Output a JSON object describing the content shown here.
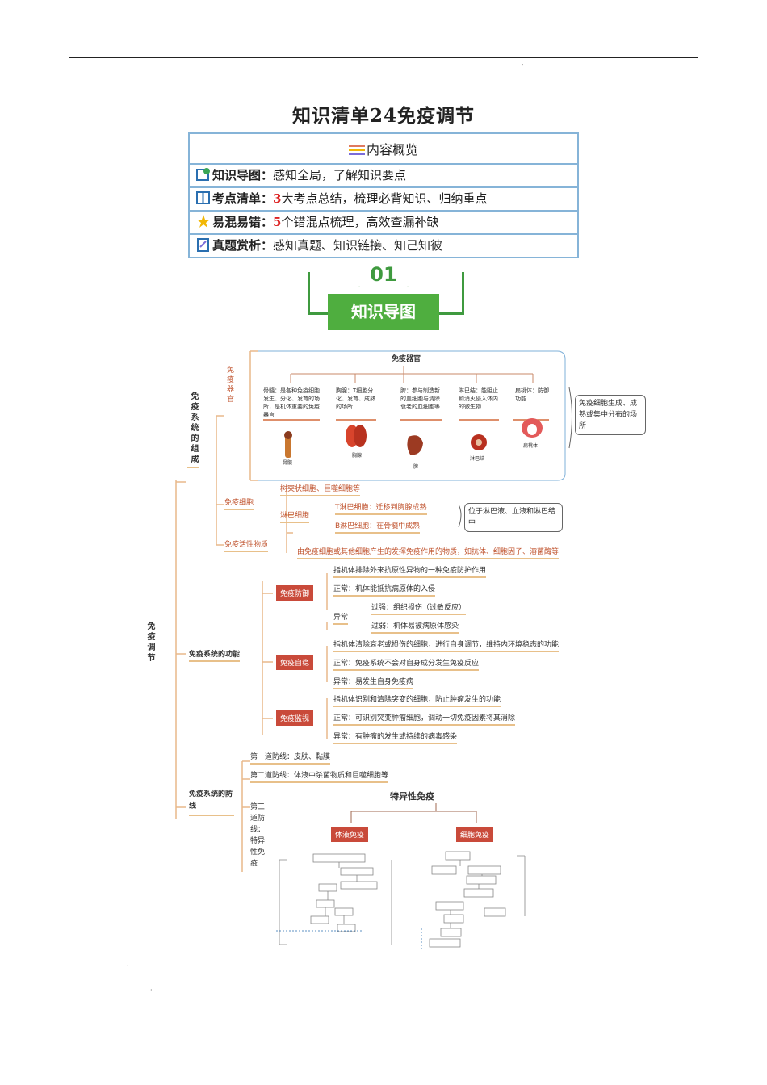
{
  "header": {
    "mark": "'"
  },
  "title": "知识清单24免疫调节",
  "overview": {
    "heading": "内容概览",
    "rows": [
      {
        "icon": "map-icon",
        "label": "知识导图：",
        "num": "",
        "text": "感知全局，了解知识要点"
      },
      {
        "icon": "book-icon",
        "label": "考点清单：",
        "num": "3",
        "text": "大考点总结，梳理必背知识、归纳重点"
      },
      {
        "icon": "star-icon",
        "label": "易混易错：",
        "num": "5",
        "text": "个错混点梳理，高效查漏补缺"
      },
      {
        "icon": "clipboard-icon",
        "label": "真题赏析：",
        "num": "",
        "text": "感知真题、知识链接、知己知彼"
      }
    ]
  },
  "banner": {
    "number": "01",
    "label": "知识导图"
  },
  "mindmap": {
    "root": "免疫调节",
    "b1": {
      "title": "免疫系统的组成",
      "organs": {
        "label": "免疫器官",
        "box_title": "免疫器官",
        "items": [
          {
            "desc": "骨髓：是各种免疫细胞发生、分化、发育的场所，是机体重要的免疫器官",
            "img": "骨髓"
          },
          {
            "desc": "胸腺：T细胞分化、发育、成熟的场所",
            "img": "胸腺"
          },
          {
            "desc": "脾：参与制造新的血细胞与清除衰老的血细胞等",
            "img": "脾"
          },
          {
            "desc": "淋巴结：能阻止和消灭侵入体内的微生物",
            "img": "淋巴结"
          },
          {
            "desc": "扁桃体：防御功能",
            "img": "扁桃体"
          }
        ],
        "note": "免疫细胞生成、成熟或集中分布的场所"
      },
      "cells": {
        "label": "免疫细胞",
        "c1": "树突状细胞、巨噬细胞等",
        "lymph": "淋巴细胞",
        "t": "T淋巴细胞：迁移到胸腺成熟",
        "b": "B淋巴细胞：在骨髓中成熟",
        "note": "位于淋巴液、血液和淋巴结中"
      },
      "active": {
        "label": "免疫活性物质",
        "text": "由免疫细胞或其他细胞产生的发挥免疫作用的物质，如抗体、细胞因子、溶菌酶等"
      }
    },
    "b2": {
      "title": "免疫系统的功能",
      "defense": {
        "label": "免疫防御",
        "def": "指机体排除外来抗原性异物的一种免疫防护作用",
        "normal": "正常：机体能抵抗病原体的入侵",
        "abnormal": "异常",
        "strong": "过强：组织损伤（过敏反应）",
        "weak": "过弱：机体易被病原体感染"
      },
      "stable": {
        "label": "免疫自稳",
        "def": "指机体清除衰老或损伤的细胞，进行自身调节，维持内环境稳态的功能",
        "normal": "正常：免疫系统不会对自身成分发生免疫反应",
        "abnormal": "异常：易发生自身免疫病"
      },
      "monitor": {
        "label": "免疫监视",
        "def": "指机体识别和清除突变的细胞，防止肿瘤发生的功能",
        "normal": "正常：可识别突变肿瘤细胞，调动一切免疫因素将其消除",
        "abnormal": "异常：有肿瘤的发生或持续的病毒感染"
      }
    },
    "b3": {
      "title": "免疫系统的防线",
      "first": "第一道防线：皮肤、黏膜",
      "second": "第二道防线：体液中杀菌物质和巨噬细胞等",
      "third": "第三道防线：特异性免疫",
      "specific": "特异性免疫",
      "humoral": "体液免疫",
      "cellular": "细胞免疫"
    }
  },
  "footer": {
    "dot1": "·",
    "dot2": "·"
  }
}
